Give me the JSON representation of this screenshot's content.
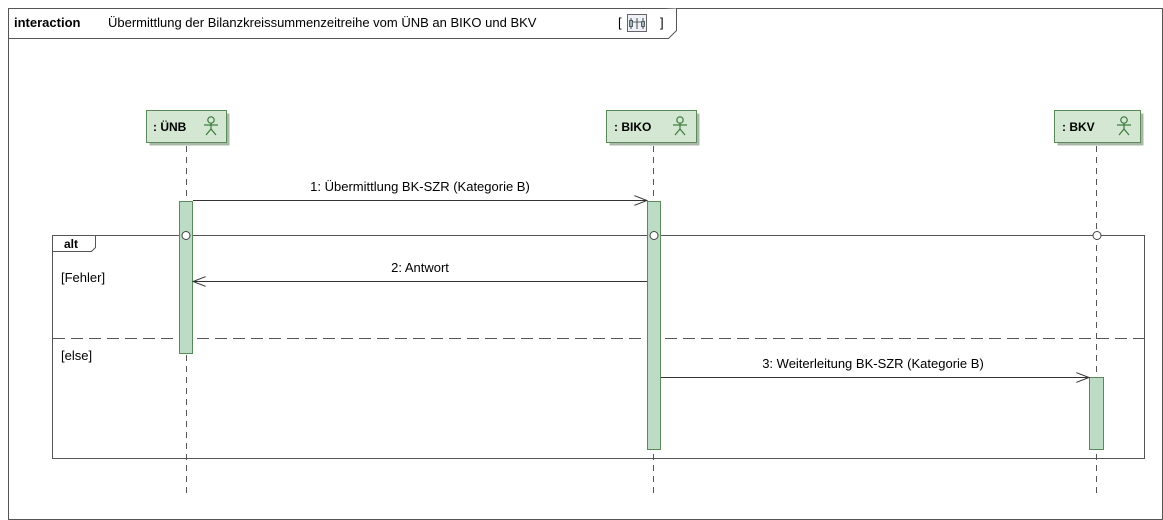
{
  "frame": {
    "keyword": "interaction",
    "title": "Übermittlung der Bilanzkreissummenzeitreihe vom ÜNB an BIKO und BKV",
    "bracket_open": "[",
    "bracket_close": "]",
    "icon": "interaction-diagram-icon"
  },
  "lifelines": [
    {
      "id": "unb",
      "label": ": ÜNB",
      "icon": "actor-icon"
    },
    {
      "id": "biko",
      "label": ": BIKO",
      "icon": "actor-icon"
    },
    {
      "id": "bkv",
      "label": ": BKV",
      "icon": "actor-icon"
    }
  ],
  "messages": [
    {
      "label": "1: Übermittlung BK-SZR (Kategorie B)",
      "from": "unb",
      "to": "biko",
      "type": "call"
    },
    {
      "label": "2: Antwort",
      "from": "biko",
      "to": "unb",
      "type": "reply"
    },
    {
      "label": "3: Weiterleitung BK-SZR (Kategorie B)",
      "from": "biko",
      "to": "bkv",
      "type": "call"
    }
  ],
  "fragment": {
    "operator": "alt",
    "guards": [
      "[Fehler]",
      "[else]"
    ]
  },
  "colors": {
    "lifeline_fill": "#d3e7d3",
    "lifeline_border": "#5a8a5a",
    "activation_fill": "#bcdcc6",
    "line": "#333333",
    "lifeline_dash": "#555555"
  }
}
